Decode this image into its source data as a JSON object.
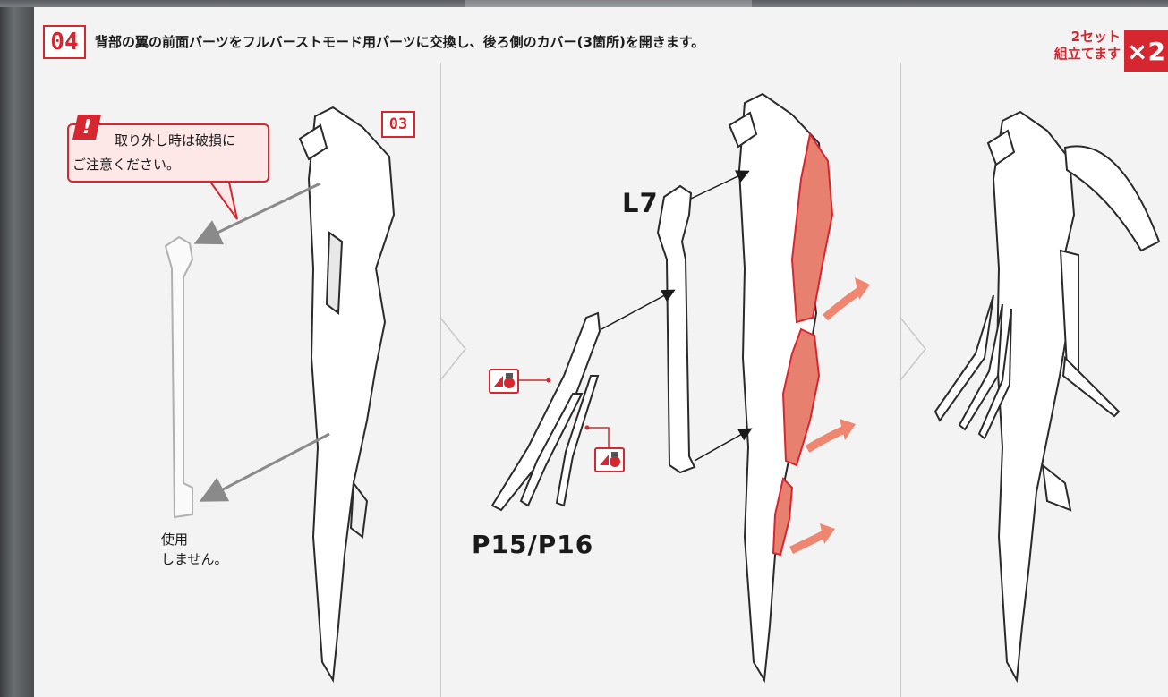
{
  "header": {
    "step_number": "04",
    "instruction": "背部の翼の前面パーツをフルバーストモード用パーツに交換し、後ろ側のカバー(3箇所)を開きます。",
    "set_line1": "2セット",
    "set_line2": "組立てます",
    "multiplier": "×2"
  },
  "panel1": {
    "warning_line1": "取り外し時は破損に",
    "warning_line2": "ご注意ください。",
    "warning_mark": "!",
    "reference_step": "03",
    "unused_line1": "使用",
    "unused_line2": "しません。"
  },
  "panel2": {
    "part_label_top": "L7",
    "part_label_bottom": "P15/P16"
  },
  "colors": {
    "accent": "#d6262f",
    "highlight_fill": "#e8806f",
    "open_arrow": "#ef8670"
  },
  "icons": [
    "warning-icon",
    "cutter-icon",
    "arrow-icon",
    "open-arrow-icon"
  ]
}
